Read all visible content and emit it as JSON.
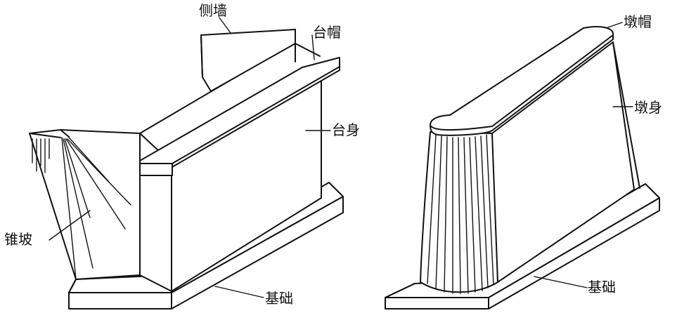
{
  "labels": {
    "wing_wall": "侧墙",
    "abutment_cap": "台帽",
    "abutment_body": "台身",
    "cone_slope": "锥坡",
    "foundation_left": "基础",
    "pier_cap": "墩帽",
    "pier_body": "墩身",
    "foundation_right": "基础"
  }
}
